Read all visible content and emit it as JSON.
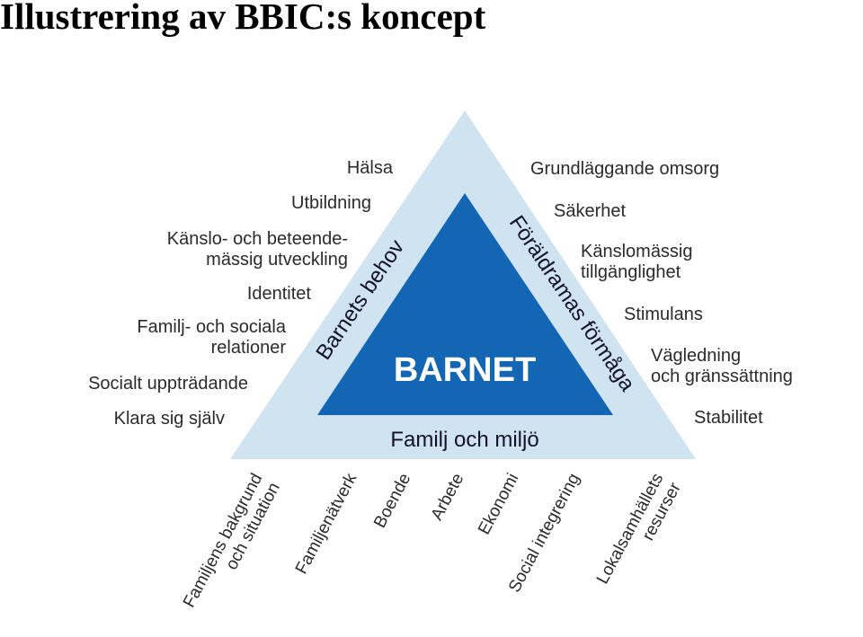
{
  "title": "Illustrering av BBIC:s koncept",
  "center_label": "BARNET",
  "edges": {
    "left": "Barnets behov",
    "right": "Föräldramas förmåga",
    "bottom": "Familj och miljö"
  },
  "left_items": [
    [
      "Hälsa"
    ],
    [
      "Utbildning"
    ],
    [
      "Känslo- och beteende-",
      "mässig utveckling"
    ],
    [
      "Identitet"
    ],
    [
      "Familj- och sociala",
      "relationer"
    ],
    [
      "Socialt uppträdande"
    ],
    [
      "Klara sig själv"
    ]
  ],
  "right_items": [
    [
      "Grundläggande omsorg"
    ],
    [
      "Säkerhet"
    ],
    [
      "Känslomässig",
      "tillgänglighet"
    ],
    [
      "Stimulans"
    ],
    [
      "Vägledning",
      "och gränssättning"
    ],
    [
      "Stabilitet"
    ]
  ],
  "bottom_items": [
    [
      "Familjens bakgrund",
      "och situation"
    ],
    [
      "Familjenätverk"
    ],
    [
      "Boende"
    ],
    [
      "Arbete"
    ],
    [
      "Ekonomi"
    ],
    [
      "Social integrering"
    ],
    [
      "Lokalsamhällets",
      "resurser"
    ]
  ],
  "colors": {
    "outer_triangle": "#cfe3f1",
    "inner_triangle": "#1266b3"
  }
}
